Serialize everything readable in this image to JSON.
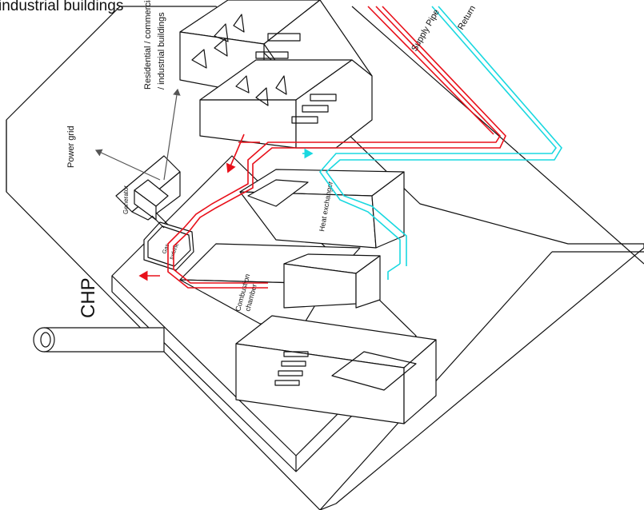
{
  "caption": {
    "top_line": "industrial buildings"
  },
  "labels": {
    "chp": "CHP",
    "power_grid": "Power grid",
    "residential_line1": "Residential / commercial",
    "residential_line2": "/ industrial buildings",
    "generator": "Generator",
    "gas_turbine_line1": "Gas",
    "gas_turbine_line2": "turbine",
    "heat_exchanger": "Heat exchanger",
    "combustion_line1": "Combustion",
    "combustion_line2": "chamber",
    "supply_pipe": "Supply Pipe",
    "return_pipe": "Return"
  },
  "colors": {
    "supply": "#e8101a",
    "return": "#19d8e0",
    "outline": "#111111"
  }
}
